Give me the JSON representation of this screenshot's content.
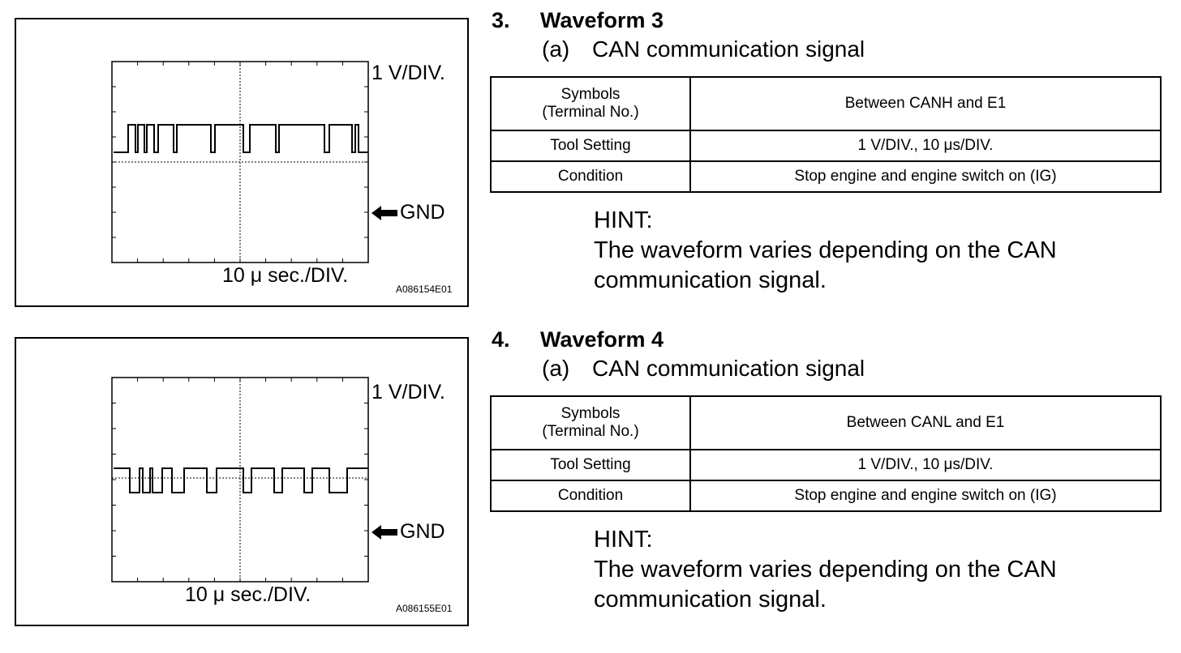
{
  "figures": [
    {
      "v_div": "1 V/DIV.",
      "gnd": "GND",
      "time_div": "10 μ sec./DIV.",
      "code": "A086154E01",
      "icon": "left-arrow-icon"
    },
    {
      "v_div": "1 V/DIV.",
      "gnd": "GND",
      "time_div": "10 μ sec./DIV.",
      "code": "A086155E01",
      "icon": "left-arrow-icon"
    }
  ],
  "sections": [
    {
      "number": "3.",
      "title": "Waveform 3",
      "item_tag": "(a)",
      "item_text": "CAN communication signal",
      "table": [
        {
          "label_line1": "Symbols",
          "label_line2": "(Terminal No.)",
          "value": "Between CANH and E1"
        },
        {
          "label": "Tool Setting",
          "value": "1 V/DIV., 10 μs/DIV."
        },
        {
          "label": "Condition",
          "value": "Stop engine and engine switch on (IG)"
        }
      ],
      "hint_title": "HINT:",
      "hint_line1": "The waveform varies depending on the CAN",
      "hint_line2": "communication signal."
    },
    {
      "number": "4.",
      "title": "Waveform 4",
      "item_tag": "(a)",
      "item_text": "CAN communication signal",
      "table": [
        {
          "label_line1": "Symbols",
          "label_line2": "(Terminal No.)",
          "value": "Between CANL and E1"
        },
        {
          "label": "Tool Setting",
          "value": "1 V/DIV., 10 μs/DIV."
        },
        {
          "label": "Condition",
          "value": "Stop engine and engine switch on (IG)"
        }
      ],
      "hint_title": "HINT:",
      "hint_line1": "The waveform varies depending on the CAN",
      "hint_line2": "communication signal."
    }
  ]
}
